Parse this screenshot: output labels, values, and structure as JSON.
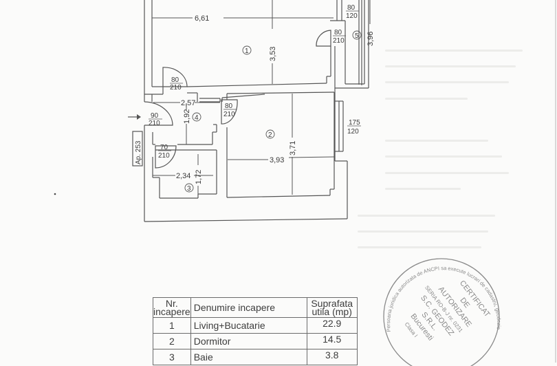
{
  "document": {
    "type": "floor_plan",
    "apartment_label": "Ap. 253",
    "entrance_arrow": "entrance-arrow-icon"
  },
  "plan": {
    "rooms": [
      {
        "number": "1",
        "width": "6,61",
        "length": "3,53"
      },
      {
        "number": "2",
        "width": "3,93",
        "length": "3,71"
      },
      {
        "number": "3",
        "width": "2,34",
        "length": "1,72"
      },
      {
        "number": "4",
        "width": "2,57",
        "length": "1,92"
      },
      {
        "number": "5",
        "length": "3,96"
      }
    ],
    "openings": [
      {
        "id": "door_living_loggia",
        "w": "80",
        "h": "210"
      },
      {
        "id": "window_loggia",
        "w": "80",
        "h": "120"
      },
      {
        "id": "door_hall_living",
        "w": "80",
        "h": "210"
      },
      {
        "id": "door_entrance",
        "w": "90",
        "h": "210"
      },
      {
        "id": "door_bedroom",
        "w": "80",
        "h": "210"
      },
      {
        "id": "door_bath",
        "w": "70",
        "h": "210"
      },
      {
        "id": "window_bedroom",
        "w": "175",
        "h": "120"
      }
    ]
  },
  "table": {
    "headers": {
      "nr_line1": "Nr.",
      "nr_line2": "incapere",
      "name": "Denumire incapere",
      "area_line1": "Suprafata",
      "area_line2": "utila (mp)"
    },
    "rows": [
      {
        "nr": "1",
        "name": "Living+Bucatarie",
        "area": "22.9"
      },
      {
        "nr": "2",
        "name": "Dormitor",
        "area": "14.5"
      },
      {
        "nr": "3",
        "name": "Baie",
        "area": "3.8"
      }
    ]
  },
  "stamp": {
    "ring_text": "Persoana juridica autorizata de ANCPI sa execute lucrari de cadastru, geodezie",
    "lines": [
      "CERTIFICAT",
      "DE",
      "AUTORIZARE",
      "SERIA RO-B-J nr. 0231",
      "S.C. GEODEZ",
      "S.R.L.",
      "Bucuresti"
    ],
    "class": "Clasa I"
  }
}
